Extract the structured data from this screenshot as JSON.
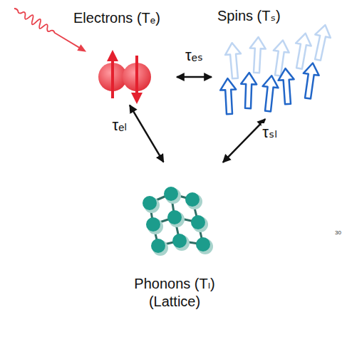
{
  "diagram": {
    "nodes": [
      {
        "text": [
          "Electrons (Tₑ)"
        ]
      },
      {
        "text": [
          "Spins (Tₛ)"
        ]
      },
      {
        "text": [
          "Phonons (Tₗ)",
          "(Lattice)"
        ]
      }
    ],
    "edges": [
      {
        "from": 0,
        "to": 1,
        "arrow": "both",
        "label": "τₑₛ"
      },
      {
        "from": 0,
        "to": 2,
        "arrow": "both",
        "label": "τₑₗ"
      },
      {
        "from": 1,
        "to": 2,
        "arrow": "both",
        "label": "τₛₗ"
      }
    ],
    "labels": [
      "30"
    ]
  }
}
